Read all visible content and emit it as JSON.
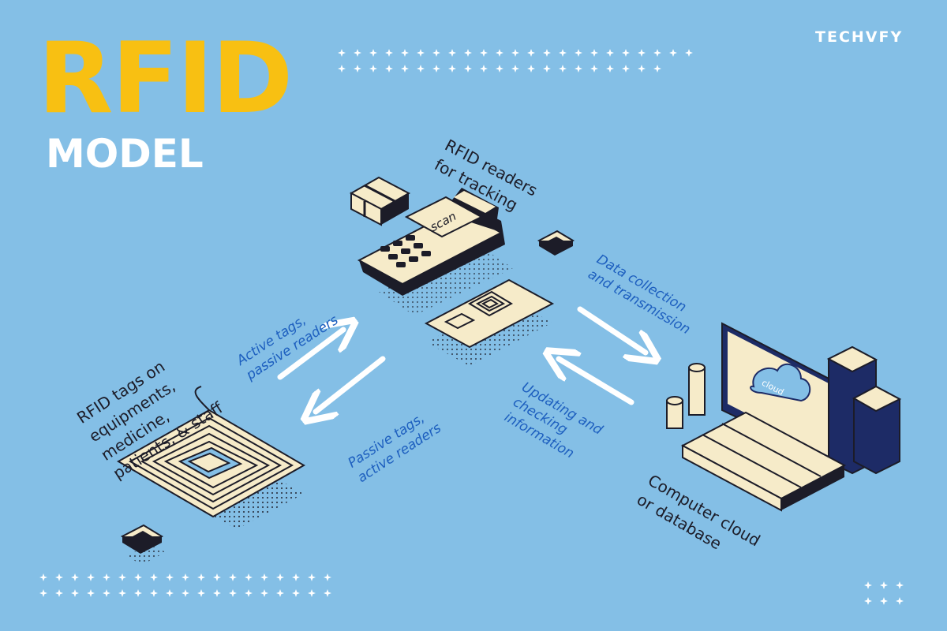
{
  "title": {
    "main": "RFID",
    "sub": "MODEL"
  },
  "brand": "TECHVFY",
  "labels": {
    "tags": "RFID tags on\nequipments,\nmedicine,\npatients, & staff",
    "readers": "RFID readers\nfor tracking",
    "computer": "Computer cloud\nor database",
    "active": "Active tags,\npassive readers",
    "passive": "Passive tags,\nactive readers",
    "data": "Data collection\nand transmission",
    "updating": "Updating and\nchecking\ninformation",
    "scan": "scan",
    "cloud": "cloud"
  },
  "colors": {
    "background": "#84bfe6",
    "accent_yellow": "#f8c012",
    "outline": "#1c1c28",
    "cream": "#f6ebc9",
    "blue_text": "#1d5fbf",
    "monitor": "#1d2b66"
  },
  "icons": [
    "rfid-antenna-icon",
    "rfid-reader-icon",
    "contactless-card-icon",
    "gift-box-icon",
    "chip-icon",
    "computer-monitor-icon",
    "cloud-icon",
    "server-tower-icon",
    "data-cylinder-icon",
    "pallet-icon",
    "arrow-icon"
  ]
}
